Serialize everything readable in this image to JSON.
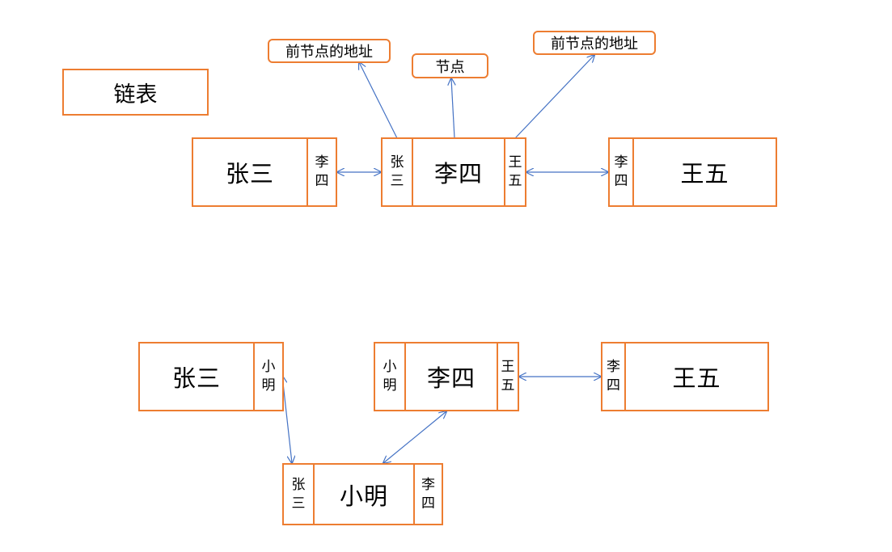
{
  "title": "链表",
  "colors": {
    "border": "#ED7D31",
    "arrow": "#4472C4"
  },
  "callouts": {
    "prev_addr_left": "前节点的地址",
    "node": "节点",
    "prev_addr_right": "前节点的地址"
  },
  "top_row": {
    "node1": {
      "name": "张三",
      "next": [
        "李",
        "四"
      ]
    },
    "node2": {
      "prev": [
        "张",
        "三"
      ],
      "name": "李四",
      "next": [
        "王",
        "五"
      ]
    },
    "node3": {
      "prev": [
        "李",
        "四"
      ],
      "name": "王五"
    }
  },
  "bottom_row": {
    "node1": {
      "name": "张三",
      "next": [
        "小",
        "明"
      ]
    },
    "node2": {
      "prev": [
        "小",
        "明"
      ],
      "name": "李四",
      "next": [
        "王",
        "五"
      ]
    },
    "node3": {
      "prev": [
        "李",
        "四"
      ],
      "name": "王五"
    },
    "inserted": {
      "prev": [
        "张",
        "三"
      ],
      "name": "小明",
      "next": [
        "李",
        "四"
      ]
    }
  }
}
